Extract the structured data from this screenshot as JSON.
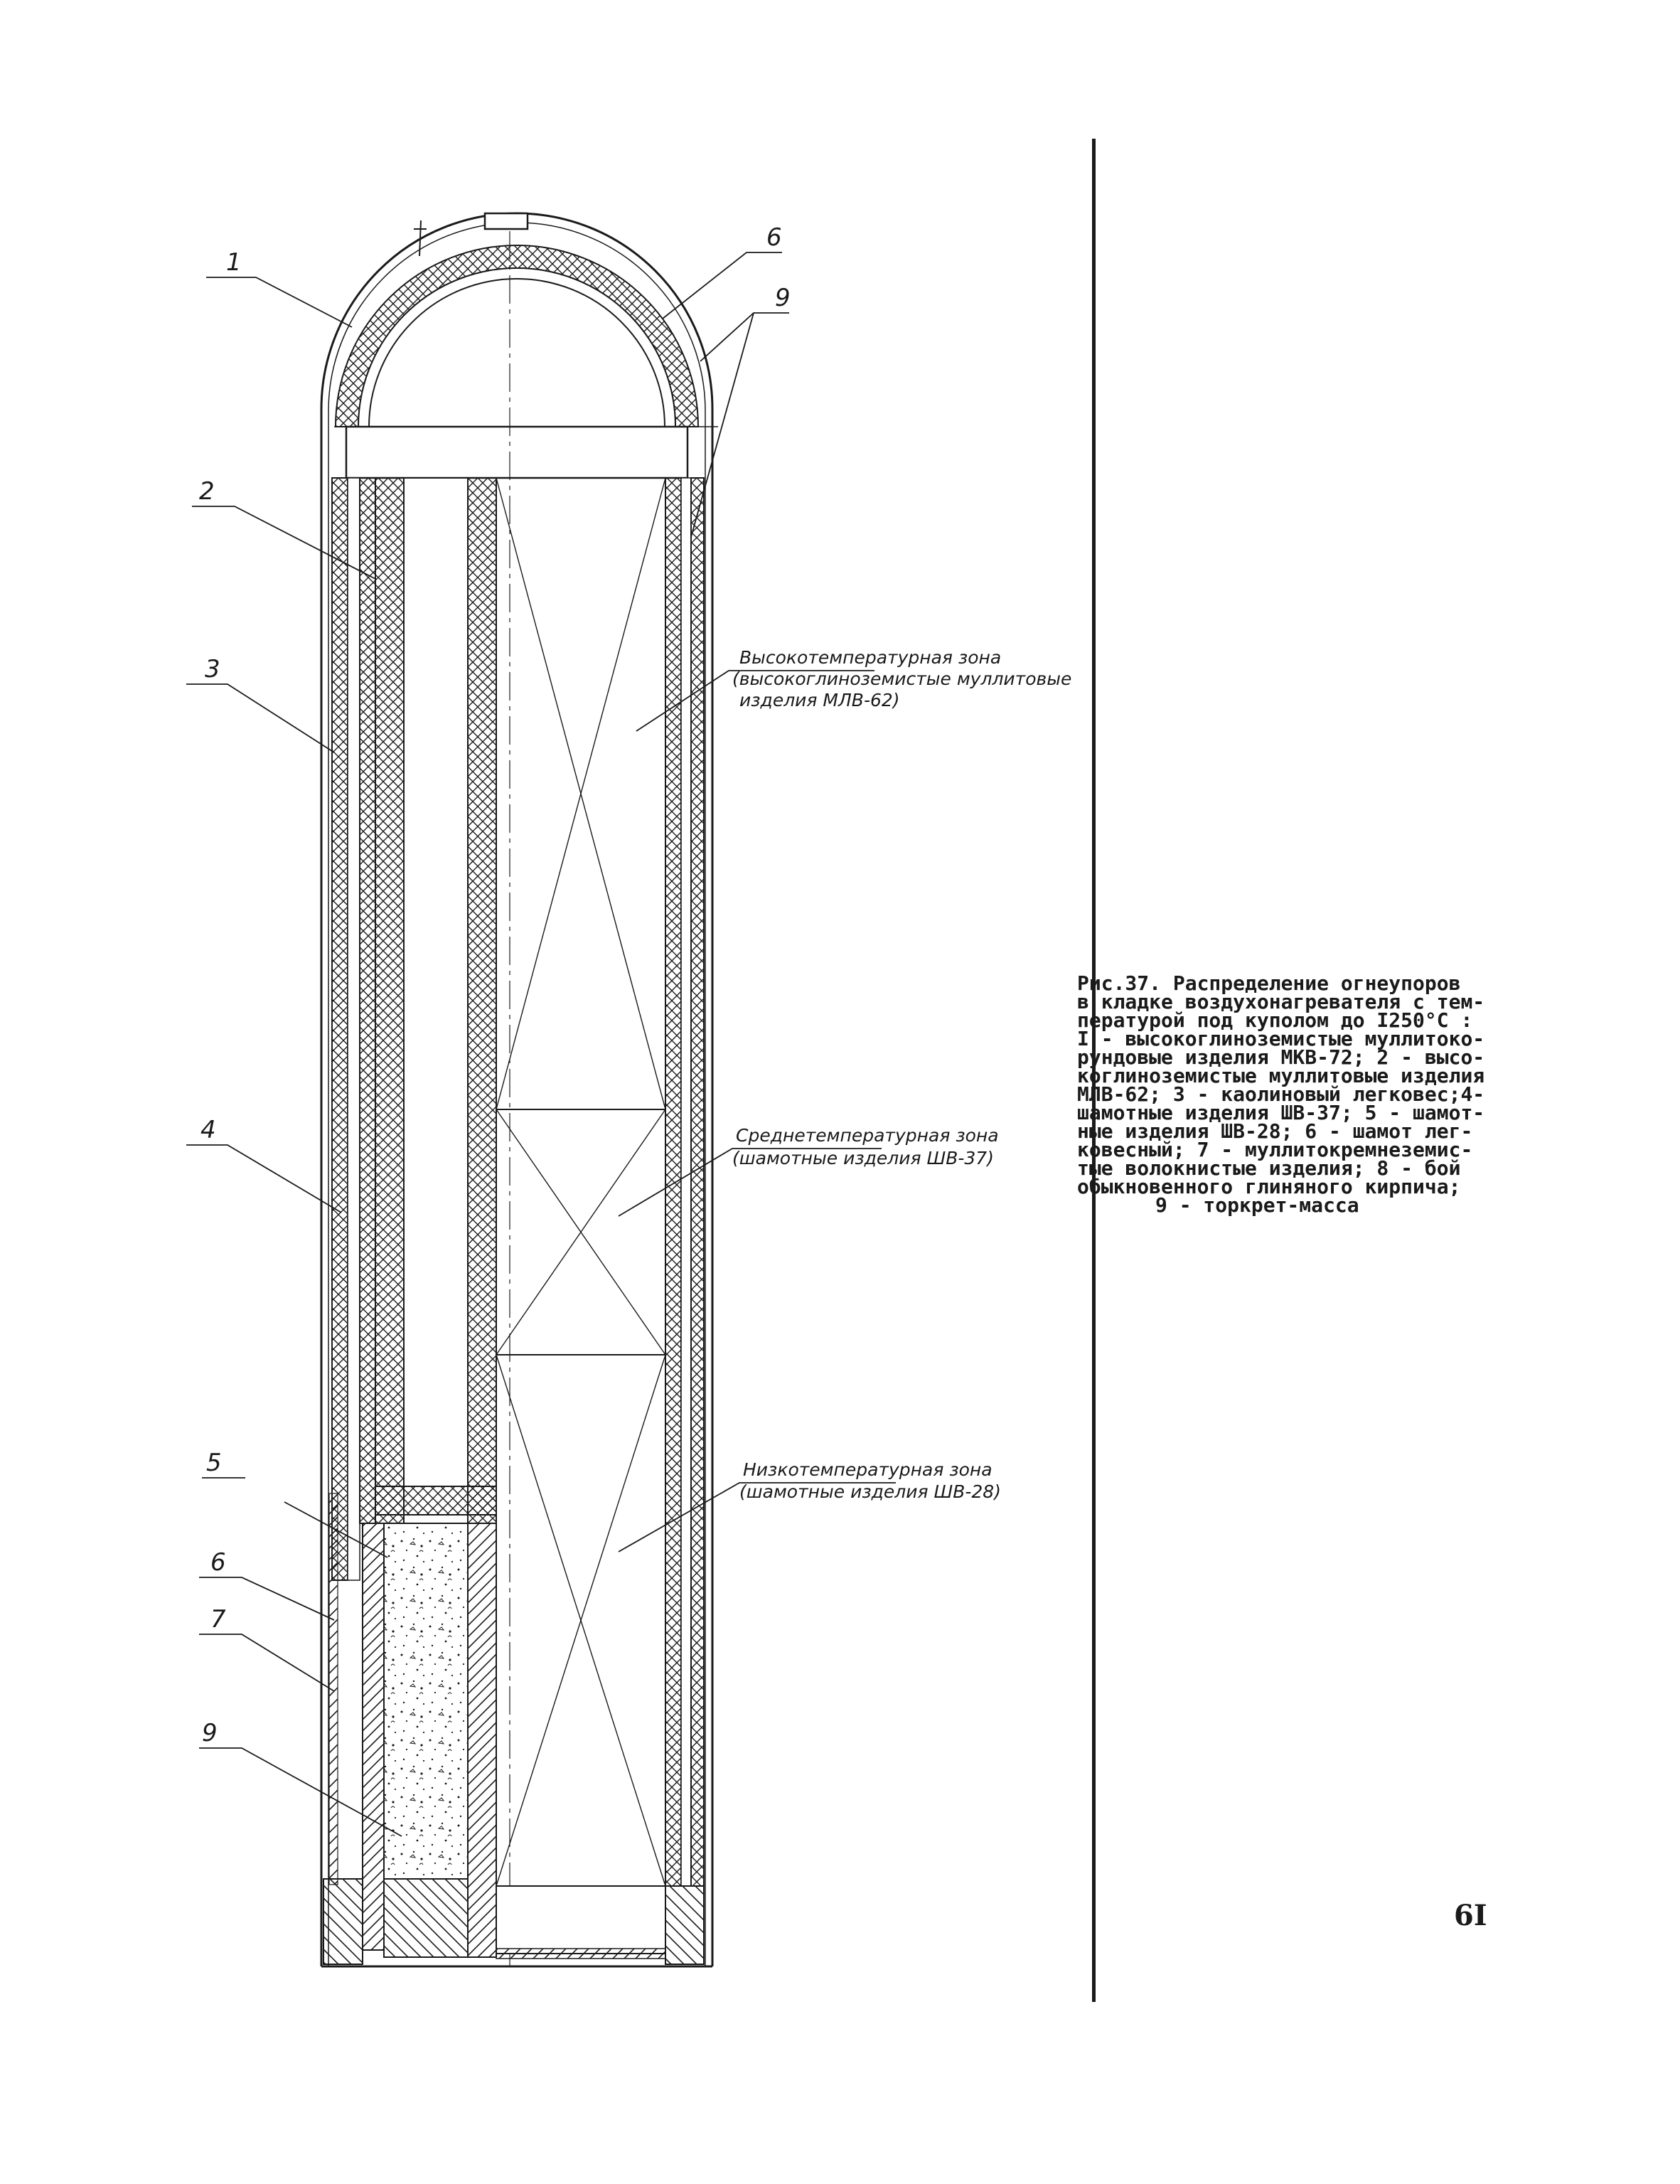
{
  "figure": {
    "callouts": [
      {
        "id": "c1",
        "label": "1"
      },
      {
        "id": "c6top",
        "label": "6"
      },
      {
        "id": "c9top",
        "label": "9"
      },
      {
        "id": "c2",
        "label": "2"
      },
      {
        "id": "c3",
        "label": "3"
      },
      {
        "id": "c4",
        "label": "4"
      },
      {
        "id": "c5",
        "label": "5"
      },
      {
        "id": "c6bot",
        "label": "6"
      },
      {
        "id": "c7",
        "label": "7"
      },
      {
        "id": "c9bot",
        "label": "9"
      }
    ],
    "zones": {
      "high": {
        "line1": "Высокотемпературная зона",
        "line2": "(высокоглиноземистые муллитовые",
        "line3": "изделия МЛВ-62)"
      },
      "mid": {
        "line1": "Среднетемпературная зона",
        "line2": "(шамотные изделия ШВ-37)"
      },
      "low": {
        "line1": "Низкотемпературная зона",
        "line2": "(шамотные изделия ШВ-28)"
      }
    }
  },
  "caption": {
    "lines": [
      "Рис.37. Распределение огнеупоров",
      "в кладке воздухонагревателя с тем-",
      "пературой под куполом до I250°С :",
      "I - высокоглиноземистые муллитоко-",
      "рундовые изделия МКВ-72; 2 - высо-",
      "коглиноземистые муллитовые изделия",
      "МЛВ-62; 3 - каолиновый легковес;4-",
      "шамотные изделия ШВ-37; 5 - шамот-",
      "ные изделия ШВ-28; 6 - шамот лег-",
      "ковесный; 7 - муллитокремнеземис-",
      "тые волокнистые изделия; 8 - бой",
      "обыкновенного глиняного кирпича;"
    ],
    "last_line": "9 - торкрет-масса"
  },
  "page_number": "6I"
}
